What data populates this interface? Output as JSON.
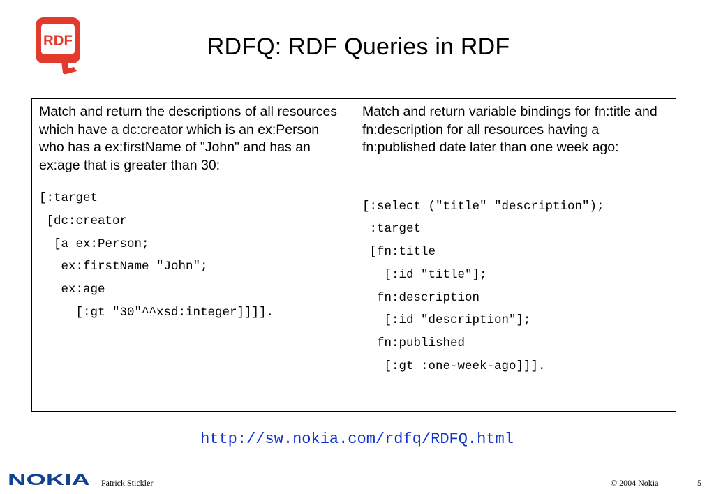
{
  "slide": {
    "logo_text": "RDF",
    "title": "RDFQ: RDF Queries in RDF"
  },
  "left": {
    "description": "Match and return the descriptions of all resources which have a dc:creator which is an ex:Person who has a ex:firstName of \"John\" and has an ex:age that is greater than 30:",
    "code": "[:target\n [dc:creator\n  [a ex:Person;\n   ex:firstName \"John\";\n   ex:age\n     [:gt \"30\"^^xsd:integer]]]]."
  },
  "right": {
    "description": "Match and return variable bindings for fn:title and fn:description for all resources having a fn:published date later than one week ago:",
    "code": "[:select (\"title\" \"description\");\n :target\n [fn:title\n   [:id \"title\"];\n  fn:description\n   [:id \"description\"];\n  fn:published\n   [:gt :one-week-ago]]]."
  },
  "link": {
    "url": "http://sw.nokia.com/rdfq/RDFQ.html"
  },
  "footer": {
    "brand": "NOKIA",
    "author": "Patrick Stickler",
    "copyright": "© 2004 Nokia",
    "page": "5",
    "brand_color": "#124191"
  }
}
